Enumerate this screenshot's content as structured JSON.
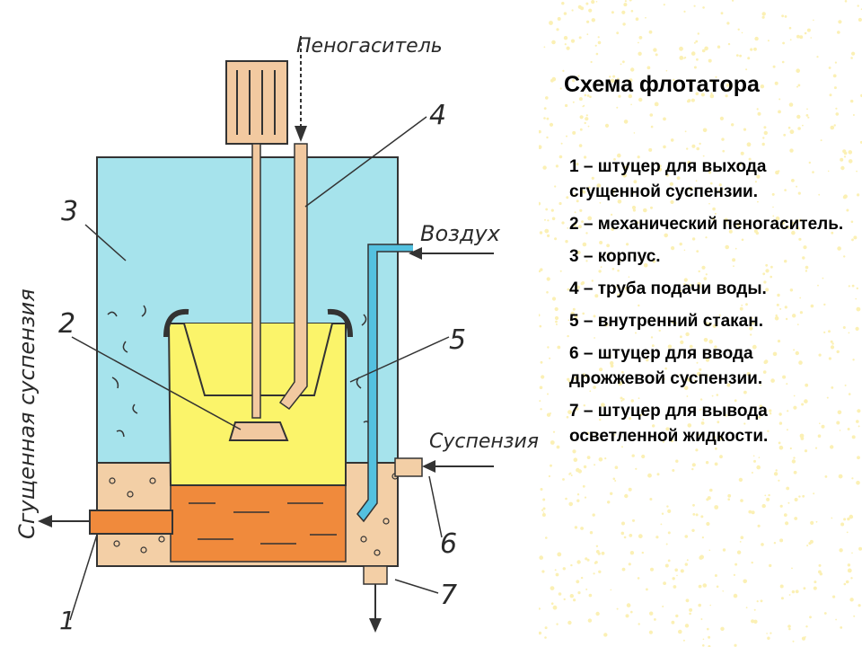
{
  "title": "Схема флотатора",
  "legend": [
    "1 – штуцер для выхода сгущенной суспензии.",
    "2 – механический пеногаситель.",
    "3 – корпус.",
    "4 – труба подачи воды.",
    "5 – внутренний стакан.",
    "6 – штуцер для ввода дрожжевой суспензии.",
    "7 – штуцер для вывода осветленной жидкости."
  ],
  "diagram": {
    "labels": {
      "antifoam": "Пеногаситель",
      "air": "Воздух",
      "suspension": "Суспензия",
      "thickened": "Сгущенная суспензия",
      "n1": "1",
      "n2": "2",
      "n3": "3",
      "n4": "4",
      "n5": "5",
      "n6": "6",
      "n7": "7"
    },
    "colors": {
      "water": "#a6e3ec",
      "cup": "#fbf46a",
      "liquid": "#f08a3c",
      "motor": "#f2c9a0",
      "foam": "#f3cfa6",
      "pipe": "#54c1e0",
      "background_speckle": "#fbf0b4"
    }
  }
}
